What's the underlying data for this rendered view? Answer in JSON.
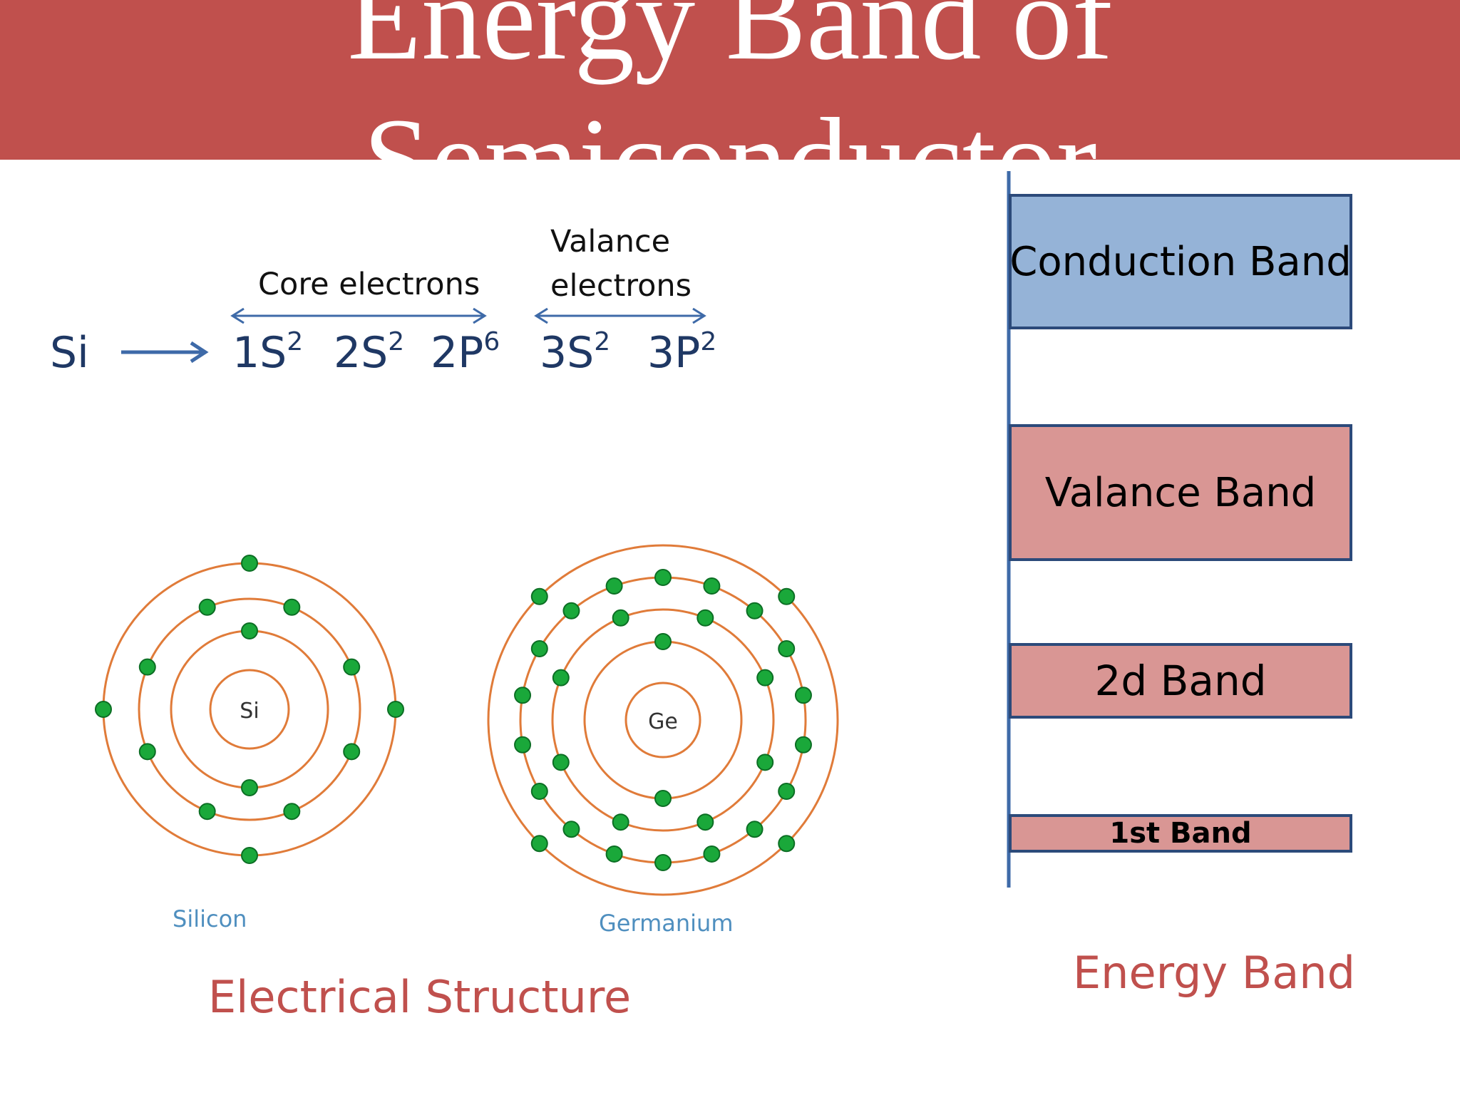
{
  "title": {
    "line1": "Energy Band of",
    "line2": "Semiconductor"
  },
  "config": {
    "element": "Si",
    "core_label": "Core electrons",
    "valance_label_line1": "Valance",
    "valance_label_line2": "electrons",
    "orbitals": [
      {
        "shell": "1S",
        "count": "2"
      },
      {
        "shell": "2S",
        "count": "2"
      },
      {
        "shell": "2P",
        "count": "6"
      },
      {
        "shell": "3S",
        "count": "2"
      },
      {
        "shell": "3P",
        "count": "2"
      }
    ]
  },
  "atoms": [
    {
      "symbol": "Si",
      "name": "Silicon",
      "shells": [
        2,
        8,
        4
      ]
    },
    {
      "symbol": "Ge",
      "name": "Germanium",
      "shells": [
        2,
        8,
        18,
        4
      ]
    }
  ],
  "bands": [
    {
      "label": "Conduction Band",
      "type": "conduction"
    },
    {
      "label": "Valance Band",
      "type": "valence"
    },
    {
      "label": "2d Band",
      "type": "band"
    },
    {
      "label": "1st Band",
      "type": "band"
    }
  ],
  "captions": {
    "structure": "Electrical Structure",
    "energy": "Energy Band"
  },
  "colors": {
    "title_bar": "#c0504d",
    "conduction": "#95b3d7",
    "band": "#d99694",
    "orbit": "#e07b39",
    "electron": "#1aa83a"
  }
}
